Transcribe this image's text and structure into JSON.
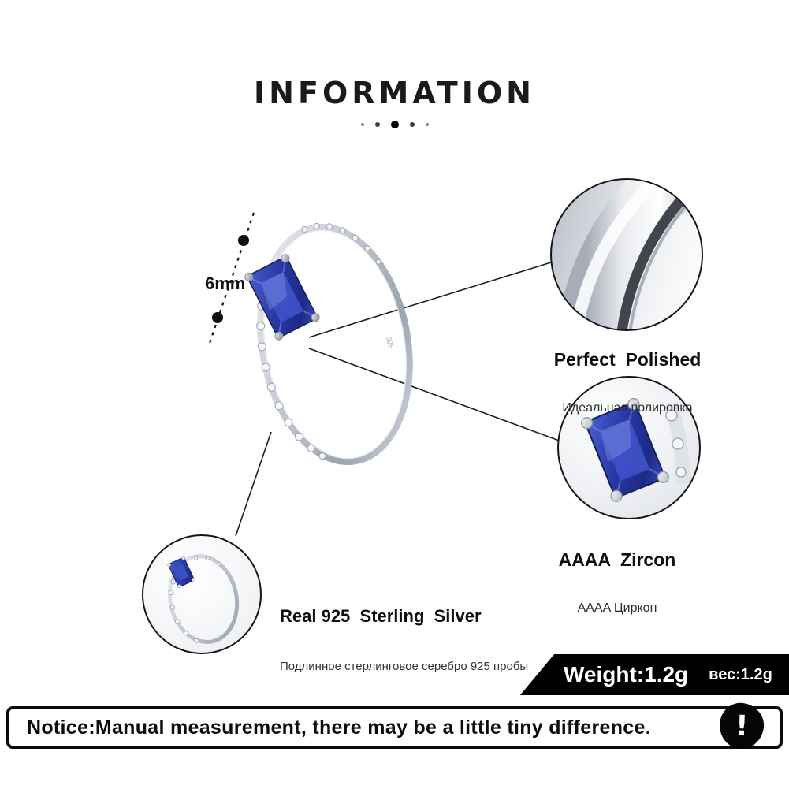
{
  "title": "INFORMATION",
  "ring": {
    "dimension_label": "6mm",
    "hallmark": "925"
  },
  "callouts": {
    "polished": {
      "title": "Perfect  Polished",
      "subtitle": "Идеальная полировка"
    },
    "zircon": {
      "title": "AAAA  Zircon",
      "subtitle": "AAAA Циркон"
    },
    "silver": {
      "title": "Real 925  Sterling  Silver",
      "subtitle": "Подлинное стерлинговое серебро 925 пробы"
    }
  },
  "weight": {
    "en": "Weight:1.2g",
    "ru": "вес:1.2g"
  },
  "notice": {
    "text": "Notice:Manual measurement, there may be a little tiny difference.",
    "icon": "exclamation-icon",
    "icon_glyph": "!"
  },
  "colors": {
    "ink": "#111111",
    "banner_black": "#000000",
    "stone_blue": "#2c3ba8",
    "stone_blue_light": "#4d61cd",
    "metal_silver": "#c9ced6",
    "metal_dark_edge": "#40454e"
  }
}
